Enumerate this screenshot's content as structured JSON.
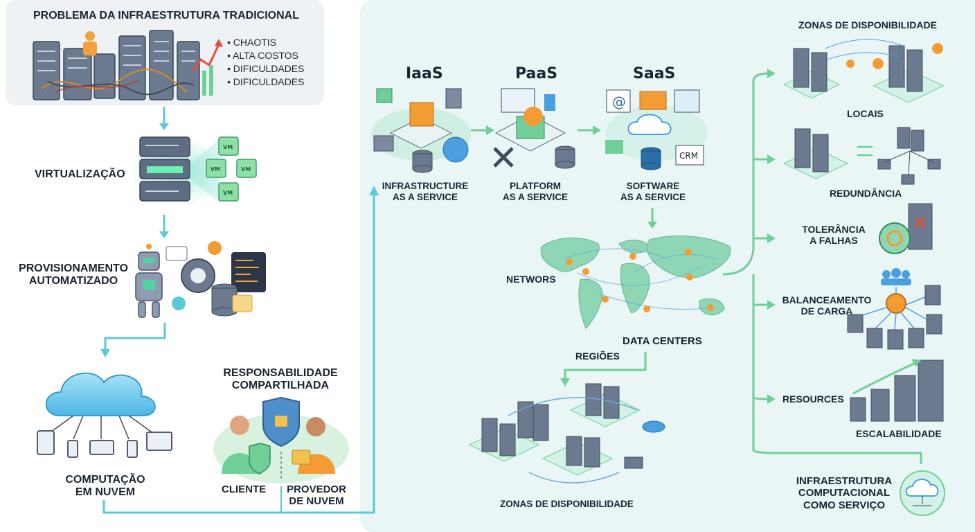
{
  "left": {
    "problem_title": "PROBLEMA DA INFRAESTRUTURA TRADICIONAL",
    "problem_bullets": [
      "CHAOTIS",
      "ALTA COSTOS",
      "DIFICULDADES",
      "DIFICULDADES"
    ],
    "virtualization": "VIRTUALIZAÇÃO",
    "vm_label": "VM",
    "provisioning": [
      "PROVISIONAMENTO",
      "AUTOMATIZADO"
    ],
    "cloud_computing": [
      "COMPUTAÇÃO",
      "EM NUVEM"
    ],
    "shared_resp": [
      "RESPONSABILIDADE",
      "COMPARTILHADA"
    ],
    "client": "CLIENTE",
    "provider": [
      "PROVEDOR",
      "DE NUVEM"
    ]
  },
  "services": [
    {
      "abbr": "IaaS",
      "line1": "INFRASTRUCTURE",
      "line2": "AS A SERVICE"
    },
    {
      "abbr": "PaaS",
      "line1": "PLATFORM",
      "line2": "AS A SERVICE"
    },
    {
      "abbr": "SaaS",
      "line1": "SOFTWARE",
      "line2": "AS A SERVICE"
    }
  ],
  "saas_icons": {
    "email": "@",
    "crm": "CRM"
  },
  "map": {
    "networks": "NETWORS",
    "data_centers": "DATA CENTERS",
    "regions": "REGIÕES",
    "zones_bottom": "ZONAS DE DISPONIBILIDADE"
  },
  "right": {
    "zones_title": "ZONAS DE DISPONIBILIDADE",
    "locais": "LOCAIS",
    "redundancia": "REDUNDÂNCIA",
    "tolerancia": [
      "TOLERÂNCIA",
      "A FALHAS"
    ],
    "balanceamento": [
      "BALANCEAMENTO",
      "DE CARGA"
    ],
    "resources": "RESOURCES",
    "escalabilidade": "ESCALABILIDADE",
    "iaas_full": [
      "INFRAESTRUTURA",
      "COMPUTACIONAL",
      "COMO SERVIÇO"
    ]
  },
  "colors": {
    "flow": "#5ec7d8",
    "green": "#6fcf97",
    "accent": "#f39c34",
    "server": "#5d6b80"
  }
}
